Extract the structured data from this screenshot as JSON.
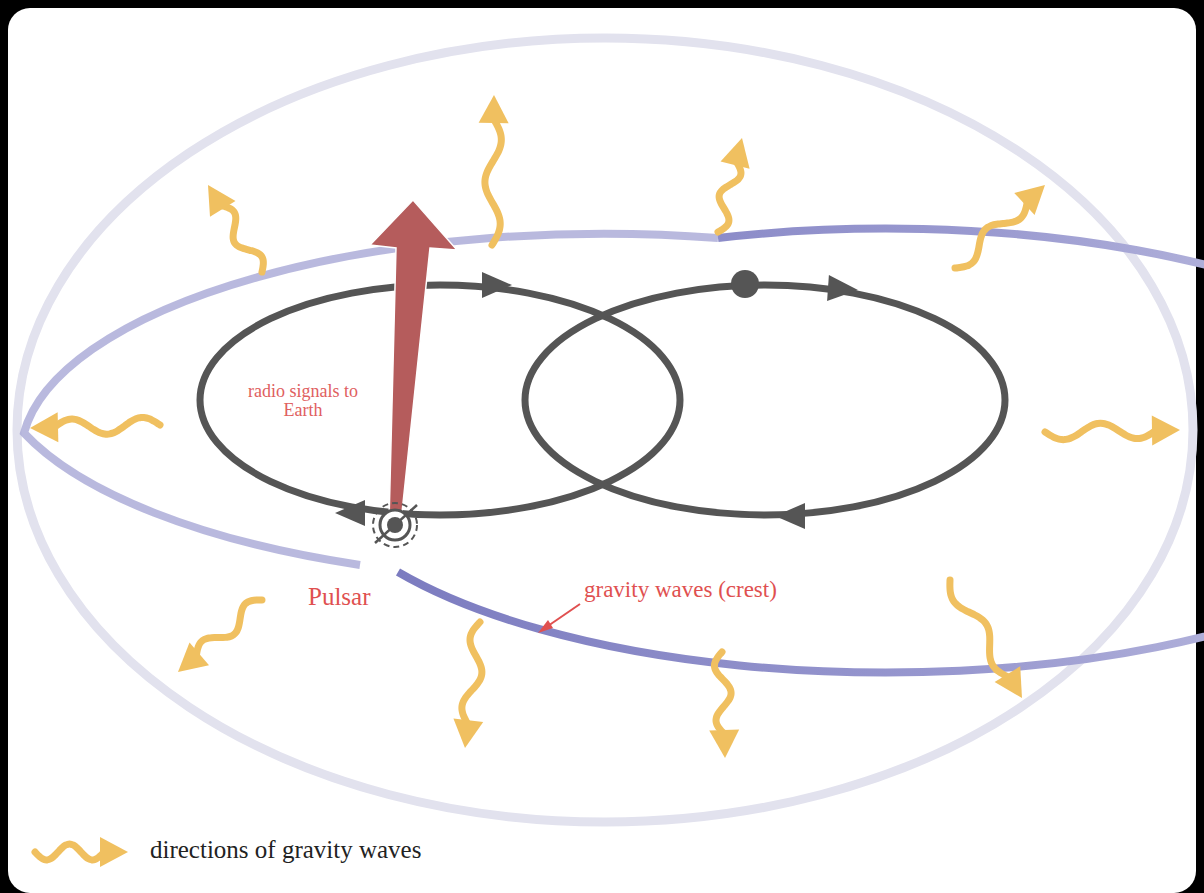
{
  "diagram": {
    "labels": [
      "radio signals to Earth",
      "Pulsar",
      "gravity waves (crest)"
    ],
    "legend": [
      {
        "text": "directions of gravity waves"
      }
    ]
  }
}
